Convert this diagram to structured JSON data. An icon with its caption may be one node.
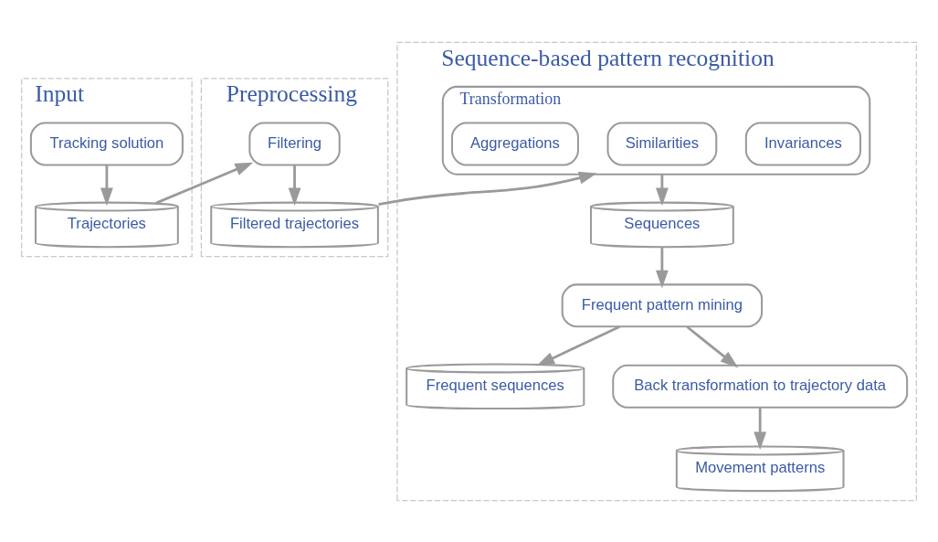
{
  "diagram": {
    "nodes": [
      {
        "text": [
          "Input"
        ]
      },
      {
        "text": [
          "Tracking solution"
        ],
        "in": 0
      },
      {
        "text": [
          "Trajectories"
        ],
        "in": 0
      },
      {
        "text": [
          "Preprocessing"
        ]
      },
      {
        "text": [
          "Filtering"
        ],
        "in": 3
      },
      {
        "text": [
          "Filtered trajectories"
        ],
        "in": 3
      },
      {
        "text": [
          "Sequence-based pattern recognition"
        ]
      },
      {
        "text": [
          "Transformation"
        ],
        "in": 6
      },
      {
        "text": [
          "Invariances"
        ],
        "in": 7
      },
      {
        "text": [
          "Similarities"
        ],
        "in": 7
      },
      {
        "text": [
          "Aggregations"
        ],
        "in": 7
      },
      {
        "text": [
          "Sequences"
        ],
        "in": 6
      },
      {
        "text": [
          "Frequent pattern mining"
        ],
        "in": 6
      },
      {
        "text": [
          "Frequent sequences"
        ],
        "in": 6
      },
      {
        "text": [
          "Back transformation to trajectory data"
        ],
        "in": 6
      },
      {
        "text": [
          "Movement patterns"
        ],
        "in": 6
      }
    ],
    "edges": [
      {
        "from": 1,
        "to": 2,
        "arrow": "to"
      },
      {
        "from": 2,
        "to": 4,
        "arrow": "to"
      },
      {
        "from": 4,
        "to": 5,
        "arrow": "to"
      },
      {
        "from": 5,
        "to": 7,
        "arrow": "to"
      },
      {
        "from": 7,
        "to": 11,
        "arrow": "to"
      },
      {
        "from": 11,
        "to": 12,
        "arrow": "to"
      },
      {
        "from": 12,
        "to": 13,
        "arrow": "to"
      },
      {
        "from": 12,
        "to": 14,
        "arrow": "to"
      },
      {
        "from": 14,
        "to": 15,
        "arrow": "to"
      }
    ]
  }
}
